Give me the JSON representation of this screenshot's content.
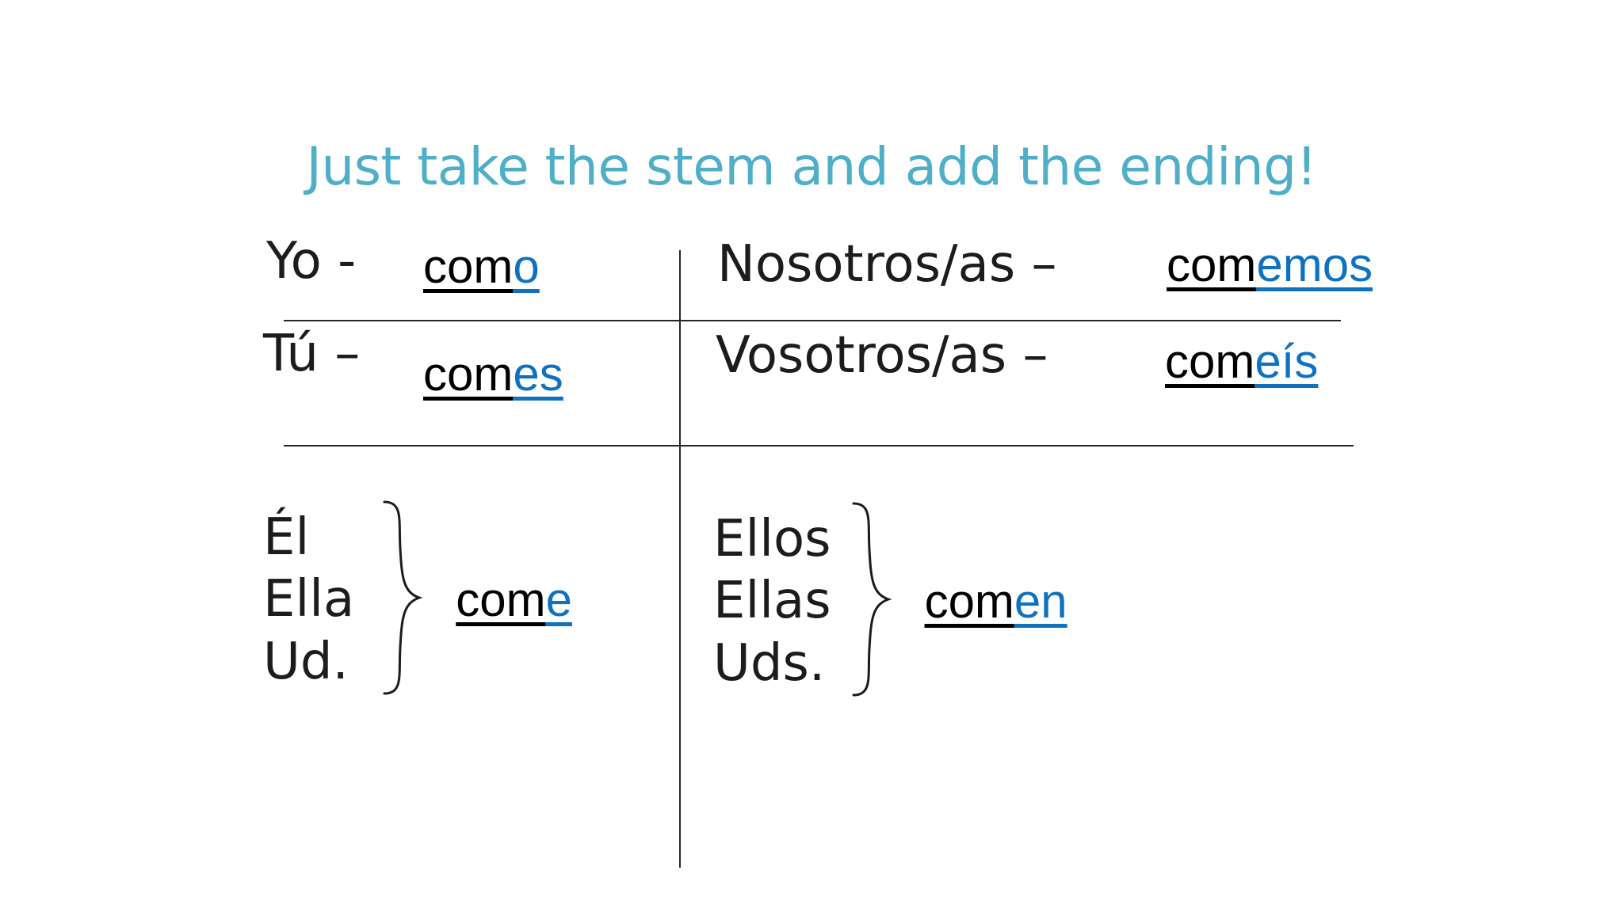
{
  "slide": {
    "title": "Just take the stem and add the ending!",
    "title_color": "#4FAEC8",
    "stem_color": "#000000",
    "ending_color": "#0E72C0",
    "background_color": "#FFFFFF"
  },
  "conjugation": {
    "verb_stem": "com",
    "rows": [
      {
        "left": {
          "pronoun": "Yo -",
          "stem": "com",
          "ending": "o"
        },
        "right": {
          "pronoun": "Nosotros/as –",
          "stem": "com",
          "ending": "emos"
        }
      },
      {
        "left": {
          "pronoun": "Tú –",
          "stem": "com",
          "ending": "es"
        },
        "right": {
          "pronoun": "Vosotros/as –",
          "stem": "com",
          "ending": "eís"
        }
      }
    ],
    "groups": [
      {
        "pronouns": [
          "Él",
          "Ella",
          "Ud."
        ],
        "brace": "right-curly-brace",
        "stem": "com",
        "ending": "e"
      },
      {
        "pronouns": [
          "Ellos",
          "Ellas",
          "Uds."
        ],
        "brace": "right-curly-brace",
        "stem": "com",
        "ending": "en"
      }
    ]
  }
}
